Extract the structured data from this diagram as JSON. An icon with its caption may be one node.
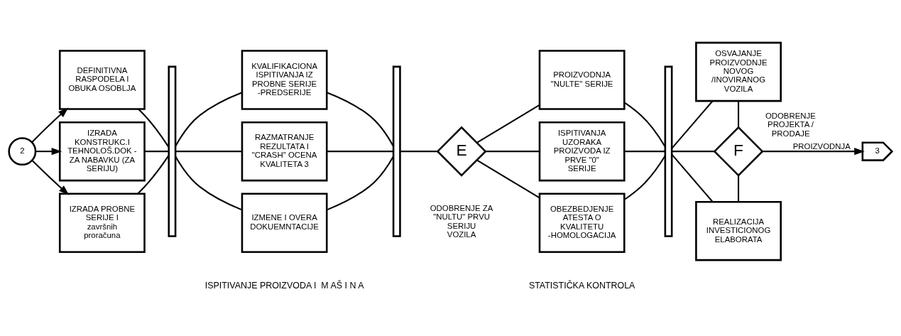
{
  "diagram": {
    "nodes": [
      {
        "text": [
          "2"
        ]
      },
      {
        "text": [
          "DEFINITIVNA RASPODELA I OBUKA OSOBLJA"
        ]
      },
      {
        "text": [
          "IZRADA KONSTRUKC.I TEHNOLOŠ.DOK - ZA NABAVKU (ZA SERIJU)"
        ]
      },
      {
        "text": [
          "IZRADA PROBNE SERIJE I završnih proračuna"
        ]
      },
      {
        "text": [],
        "shape": "bar"
      },
      {
        "text": [
          "KVALIFIKACIONA ISPITIVANJA IZ PROBNE SERIJE -PREDSERIJE"
        ]
      },
      {
        "text": [
          "RAZMATRANJE REZULTATA I \"CRASH\" OCENA KVALITETA 3"
        ]
      },
      {
        "text": [
          "IZMENE I OVERA DOKUEMNTACIJE"
        ]
      },
      {
        "text": [],
        "shape": "bar"
      },
      {
        "text": [
          "E"
        ],
        "beside": [
          "ODOBRENJE ZA \"NULTU\" PRVU SERIJU VOZILA"
        ]
      },
      {
        "text": [
          "PROIZVODNJA \"NULTE\" SERIJE"
        ]
      },
      {
        "text": [
          "ISPITIVANJA UZORAKA PROIZVODA IZ PRVE \"0\" SERIJE"
        ]
      },
      {
        "text": [
          "OBEZBEDJENJE ATESTA O KVALITETU -HOMOLOGACIJA"
        ]
      },
      {
        "text": [],
        "shape": "bar"
      },
      {
        "text": [
          "OSVAJANJE PROIZVODNJE NOVOG /INOVIRANOG VOZILA"
        ]
      },
      {
        "text": [
          "F"
        ],
        "beside": [
          "ODOBRENJE PROJEKTA / PRODAJE"
        ]
      },
      {
        "text": [
          "REALIZACIJA INVESTICIONOG ELABORATA"
        ]
      },
      {
        "text": [
          "3"
        ]
      }
    ],
    "edges": [
      {
        "from": 0,
        "to": 1,
        "arrow": "to"
      },
      {
        "from": 0,
        "to": 2,
        "arrow": "to"
      },
      {
        "from": 0,
        "to": 3,
        "arrow": "to"
      },
      {
        "from": 1,
        "to": 4,
        "arrow": "none"
      },
      {
        "from": 2,
        "to": 4,
        "arrow": "none"
      },
      {
        "from": 3,
        "to": 4,
        "arrow": "none"
      },
      {
        "from": 4,
        "to": 5,
        "arrow": "none"
      },
      {
        "from": 4,
        "to": 6,
        "arrow": "none"
      },
      {
        "from": 4,
        "to": 7,
        "arrow": "none"
      },
      {
        "from": 5,
        "to": 8,
        "arrow": "none"
      },
      {
        "from": 6,
        "to": 8,
        "arrow": "none"
      },
      {
        "from": 7,
        "to": 8,
        "arrow": "none"
      },
      {
        "from": 8,
        "to": 9,
        "arrow": "none"
      },
      {
        "from": 9,
        "to": 10,
        "arrow": "none"
      },
      {
        "from": 9,
        "to": 11,
        "arrow": "none"
      },
      {
        "from": 9,
        "to": 12,
        "arrow": "none"
      },
      {
        "from": 10,
        "to": 13,
        "arrow": "none"
      },
      {
        "from": 11,
        "to": 13,
        "arrow": "none"
      },
      {
        "from": 12,
        "to": 13,
        "arrow": "none"
      },
      {
        "from": 13,
        "to": 14,
        "arrow": "none"
      },
      {
        "from": 13,
        "to": 15,
        "arrow": "none"
      },
      {
        "from": 13,
        "to": 16,
        "arrow": "none"
      },
      {
        "from": 14,
        "to": 15,
        "arrow": "none"
      },
      {
        "from": 15,
        "to": 16,
        "arrow": "none"
      },
      {
        "from": 15,
        "to": 17,
        "arrow": "to",
        "label": "PROIZVODNJA"
      }
    ],
    "labels": [
      "ISPITIVANJE PROIZVODA I  M AŠ I N A",
      "STATISTIČKA KONTROLA"
    ]
  }
}
